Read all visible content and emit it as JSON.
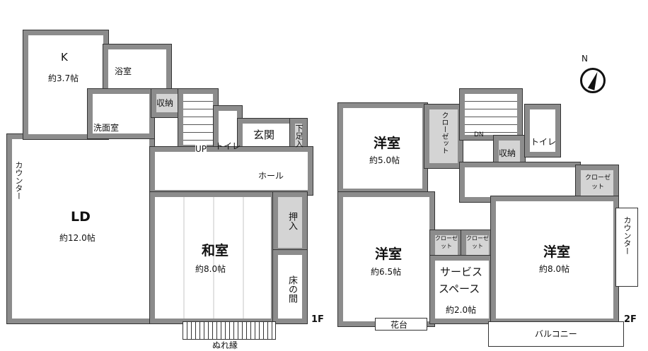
{
  "floor1": {
    "label": "1F",
    "kitchen": {
      "name": "K",
      "area": "約3.7帖"
    },
    "bath": "浴室",
    "washroom": "洗面室",
    "storage": "収納",
    "stairs": "UP",
    "toilet": "トイレ",
    "entrance": "玄関",
    "shoe_storage": "下足入",
    "hall": "ホール",
    "counter": "カウンター",
    "ld": {
      "name": "LD",
      "area": "約12.0帖"
    },
    "washitsu": {
      "name": "和室",
      "area": "約8.0帖"
    },
    "oshiire": "押入",
    "tokonoma": "床の間",
    "veranda": "ぬれ縁"
  },
  "floor2": {
    "label": "2F",
    "room_a": {
      "name": "洋室",
      "area": "約5.0帖"
    },
    "closet_a": "クローゼット",
    "stairs": "DN",
    "storage": "収納",
    "toilet": "トイレ",
    "closet_b": "クローゼット",
    "room_b": {
      "name": "洋室",
      "area": "約6.5帖"
    },
    "closet_c": "クローゼット",
    "closet_d": "クローゼット",
    "service_space": {
      "name1": "サービス",
      "name2": "スペース",
      "area": "約2.0帖"
    },
    "room_c": {
      "name": "洋室",
      "area": "約8.0帖"
    },
    "counter": "カウンター",
    "flower_stand": "花台",
    "balcony": "バルコニー"
  },
  "compass": "N"
}
